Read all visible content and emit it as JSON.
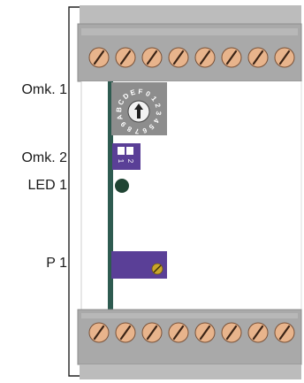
{
  "labels": {
    "omk1": "Omk. 1",
    "omk2": "Omk. 2",
    "led1": "LED 1",
    "p1": "P 1"
  },
  "rotary_switch": {
    "digits_text": "BCDEF0123456789A"
  },
  "dip_switch": {
    "pos1": "1",
    "pos2": "2"
  },
  "terminals": {
    "top_count": 8,
    "bottom_count": 8
  },
  "colors": {
    "housing": "#a9a9a9",
    "terminal_screw": "#e8b48c",
    "pcb_trace": "#2e5b50",
    "dip_switch": "#5a3f97",
    "rotary_switch": "#8d8d8d",
    "led": "#1f4433",
    "trimpot": "#c9a62b"
  }
}
